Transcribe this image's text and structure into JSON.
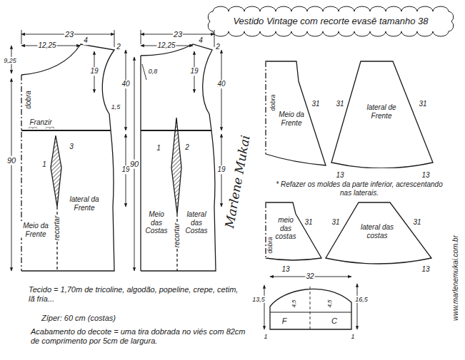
{
  "diagram": {
    "title": "Vestido Vintage com recorte evasê tamanho 38",
    "nodes": [
      {
        "text": [
          "Meio da Frente",
          "dobra"
        ]
      },
      {
        "text": [
          "lateral de Frente"
        ]
      },
      {
        "text": [
          "meio das costas",
          "dobra"
        ]
      },
      {
        "text": [
          "lateral das costas"
        ]
      },
      {
        "text": [
          "F",
          "C"
        ]
      }
    ],
    "labels": [
      "23",
      "12,25",
      "4",
      "2",
      "9,25",
      "19",
      "40",
      "1,5",
      "dobra",
      "Franzir",
      "3",
      "1",
      "90",
      "19",
      "Meio da Frente",
      "recortar",
      "lateral da Frente",
      "23",
      "12,25",
      "4",
      "2",
      "0,8",
      "19",
      "40",
      "1",
      "2",
      "90",
      "19",
      "Meio das Costas",
      "recortar",
      "lateral das Costas",
      "Marlene Mukai",
      "31",
      "31",
      "31",
      "13",
      "13",
      "* Refazer os moldes da parte inferior, acrescentando nas laterais.",
      "31",
      "31",
      "31",
      "13",
      "13",
      "32",
      "13,5",
      "4,5",
      "4,5",
      "16,5",
      "1",
      "1",
      "Tecido = 1,70m de tricoline, algodão, popeline, crepe, cetim, lã fria...",
      "Zíper: 60 cm (costas)",
      "Acabamento do decote = uma tira dobrada no viés com 82cm de comprimento por 5cm de largura.",
      "www.marlenemukai.com.br"
    ]
  }
}
